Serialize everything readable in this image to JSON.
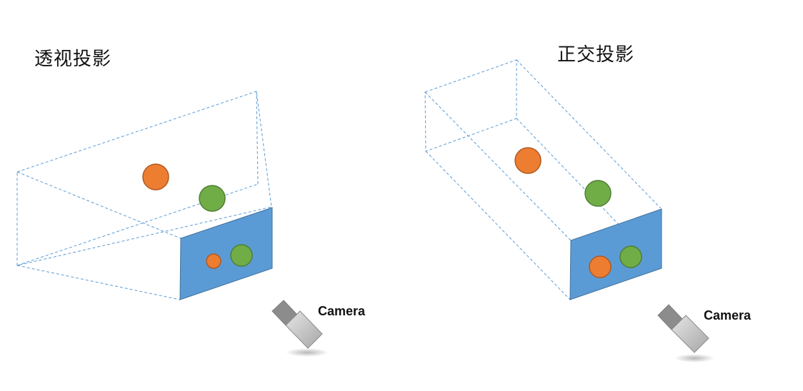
{
  "diagram": {
    "perspective": {
      "title": "透视投影",
      "camera_label": "Camera"
    },
    "orthographic": {
      "title": "正交投影",
      "camera_label": "Camera"
    }
  },
  "colors": {
    "frustum_line": "#5b9bd5",
    "projection_plane": "#5b9bd5",
    "plane_edge": "#41719c",
    "sphere_orange": "#ed7d31",
    "sphere_orange_edge": "#ae5a21",
    "sphere_green": "#70ad47",
    "sphere_green_edge": "#507e32",
    "camera_body": "#bfbfbf"
  }
}
